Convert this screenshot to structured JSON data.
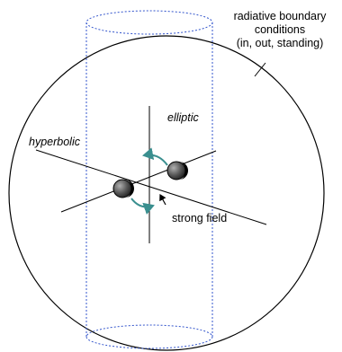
{
  "labels": {
    "boundary_line1": "radiative boundary",
    "boundary_line2": "conditions",
    "boundary_line3": "(in, out, standing)",
    "elliptic": "elliptic",
    "hyperbolic": "hyperbolic",
    "strong_field": "strong field"
  },
  "colors": {
    "cylinder": "#3355cc",
    "arrows": "#3a8f8f",
    "outline": "#000000",
    "body_fill": "#555555"
  }
}
